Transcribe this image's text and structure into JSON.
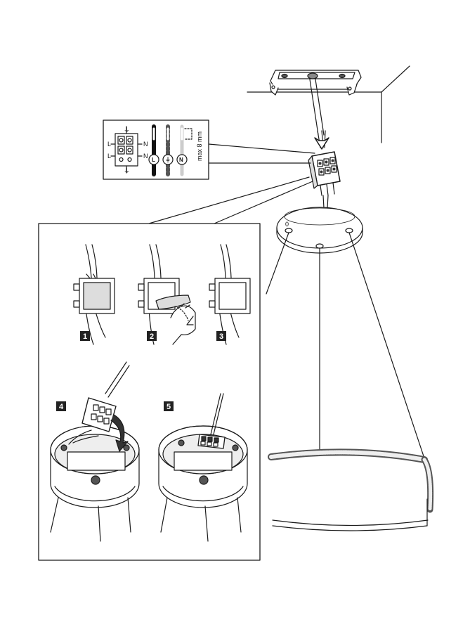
{
  "wiring_inset": {
    "terminal_labels": {
      "left_top": "L",
      "left_bottom": "L",
      "right_top": "N",
      "right_bottom": "N",
      "earth_top": "⏚",
      "earth_bottom": "⏚"
    },
    "wire_symbols": {
      "live": "L",
      "earth": "⏚",
      "neutral": "N"
    },
    "strip_length": "max 8 mm"
  },
  "steps": [
    {
      "number": "1"
    },
    {
      "number": "2"
    },
    {
      "number": "3"
    },
    {
      "number": "4"
    },
    {
      "number": "5"
    }
  ],
  "canopy_mark": "0",
  "colors": {
    "line": "#1a1a1a",
    "gray": "#b8b8b8",
    "dark": "#222222"
  }
}
